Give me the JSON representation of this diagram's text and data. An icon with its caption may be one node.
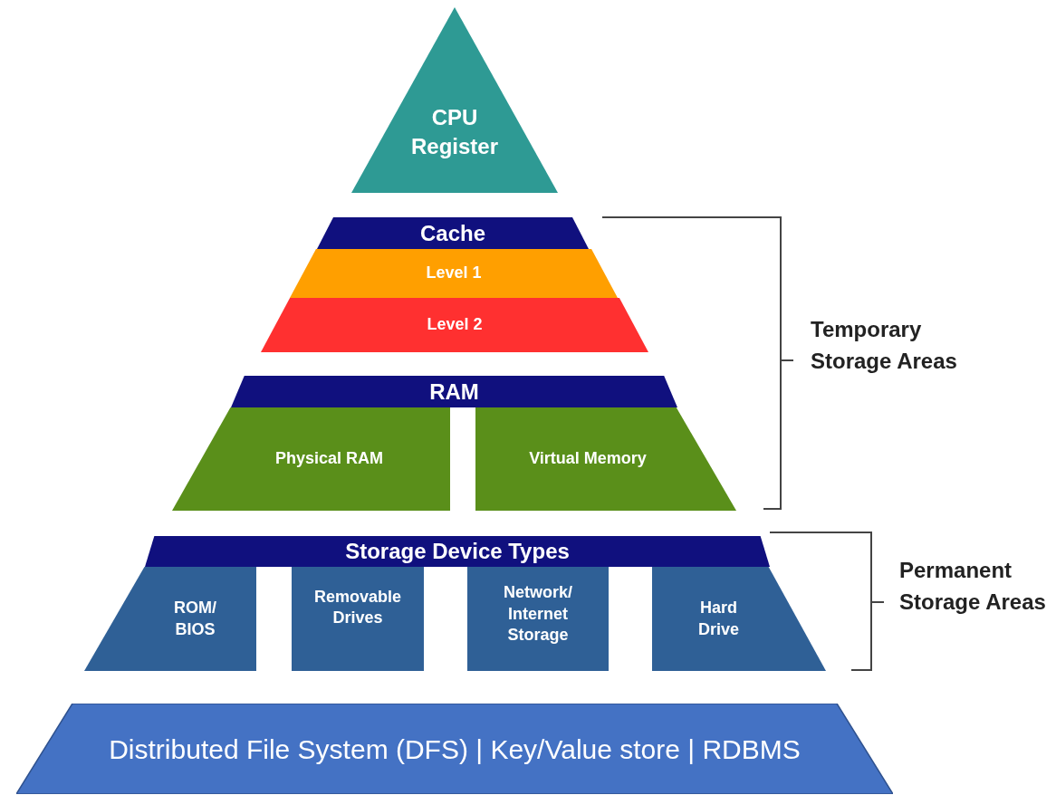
{
  "diagram": {
    "nodes": [
      {
        "text": [
          "CPU Register"
        ]
      },
      {
        "text": [
          "Cache"
        ]
      },
      {
        "text": [
          "Level 1"
        ]
      },
      {
        "text": [
          "Level 2"
        ]
      },
      {
        "text": [
          "RAM"
        ]
      },
      {
        "text": [
          "Physical RAM"
        ]
      },
      {
        "text": [
          "Virtual Memory"
        ]
      },
      {
        "text": [
          "Storage Device Types"
        ]
      },
      {
        "text": [
          "ROM/ BIOS"
        ]
      },
      {
        "text": [
          "Removable Drives"
        ]
      },
      {
        "text": [
          "Network/ Internet Storage"
        ]
      },
      {
        "text": [
          "Hard Drive"
        ]
      },
      {
        "text": [
          "Distributed File System (DFS) | Key/Value store | RDBMS"
        ]
      }
    ],
    "labels": [
      "Temporary Storage Areas",
      "Permanent Storage Areas"
    ]
  }
}
